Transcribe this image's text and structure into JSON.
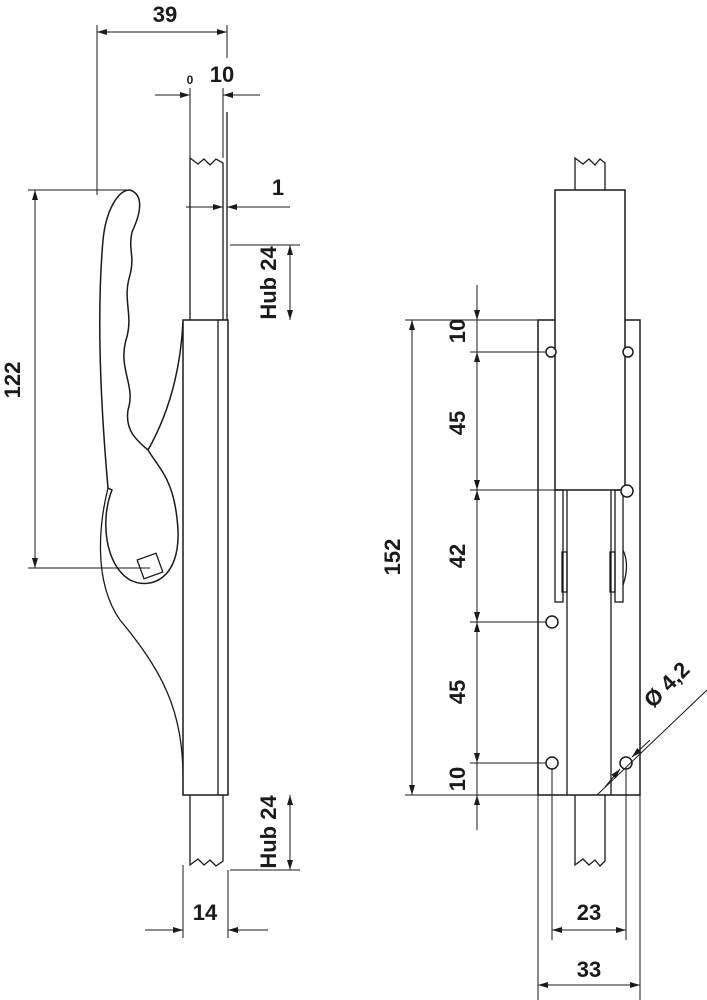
{
  "drawing": {
    "side_view": {
      "width_total": "39",
      "rod_offset": "0",
      "rod_width": "10",
      "gap": "1",
      "stroke_top": "Hub 24",
      "handle_height": "122",
      "stroke_bottom": "Hub 24",
      "plate_width": "14"
    },
    "front_view": {
      "plate_length": "152",
      "hole_spacing": [
        "10",
        "45",
        "42",
        "45",
        "10"
      ],
      "hole_diameter": "Ø 4,2",
      "hole_distance": "23",
      "plate_width": "33"
    }
  }
}
